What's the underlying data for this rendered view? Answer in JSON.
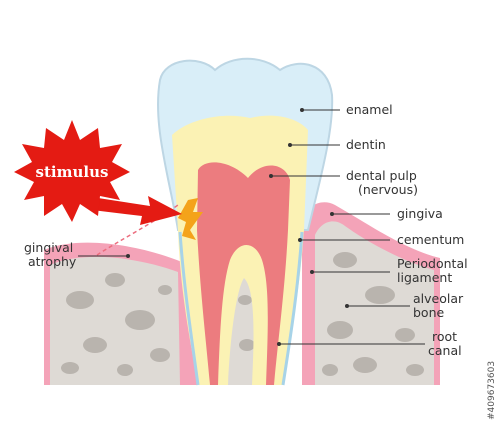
{
  "stimulus": "stimulus",
  "labels": {
    "enamel": "enamel",
    "dentin": "dentin",
    "dental_pulp": "dental pulp",
    "nervous": "(nervous)",
    "gingiva": "gingiva",
    "cementum": "cementum",
    "periodontal": "Periodontal",
    "ligament": "ligament",
    "alveolar": "alveolar",
    "bone": "bone",
    "root": "root",
    "canal": "canal",
    "gingival": "gingival",
    "atrophy": "atrophy"
  },
  "stock_id": "#409673603",
  "colors": {
    "enamel": "#d9eef8",
    "dentin": "#fbf2b4",
    "pulp": "#ec7c7f",
    "gum": "#f4a3b8",
    "bone": "#dedad5",
    "stimulus": "#e41b13",
    "irritation": "#f4a31a"
  }
}
